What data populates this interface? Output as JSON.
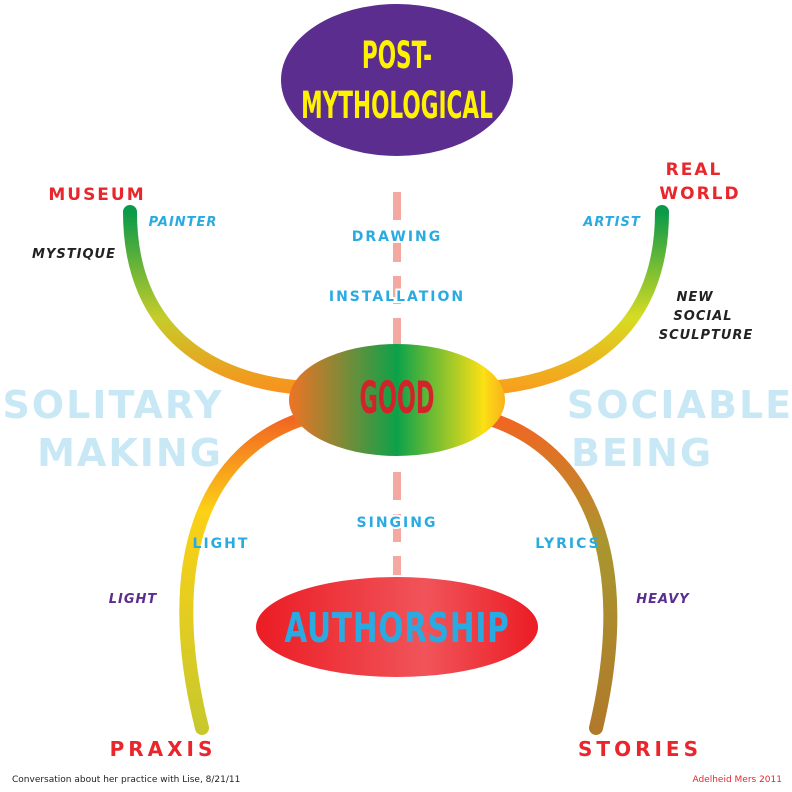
{
  "top_node": {
    "line1": "POST-",
    "line2": "MYTHOLOGICAL"
  },
  "center_node": "GOOD",
  "bottom_node": "AUTHORSHIP",
  "left_side": {
    "line1": "SOLITARY",
    "line2": "MAKING"
  },
  "right_side": {
    "line1": "SOCIABLE",
    "line2": "BEING"
  },
  "top_left": {
    "title": "MUSEUM",
    "blue": "PAINTER",
    "black": "MYSTIQUE"
  },
  "top_right": {
    "title1": "REAL",
    "title2": "WORLD",
    "blue": "ARTIST",
    "black1": "NEW",
    "black2": "SOCIAL",
    "black3": "SCULPTURE"
  },
  "axis_labels": {
    "drawing": "DRAWING",
    "installation": "INSTALLATION",
    "singing": "SINGING"
  },
  "bottom_left": {
    "title": "PRAXIS",
    "blue": "LIGHT",
    "purple": "LIGHT"
  },
  "bottom_right": {
    "title": "STORIES",
    "blue": "LYRICS",
    "purple": "HEAVY"
  },
  "footer": {
    "caption": "Conversation about her practice with Lise, 8/21/11",
    "credit": "Adelheid Mers 2011"
  },
  "colors": {
    "purple": "#5b2d8e",
    "yellow": "#fff200",
    "red": "#e8262b",
    "blue": "#29abe2",
    "light_blue": "#c5e6f5",
    "dash": "#f4a9a0"
  }
}
